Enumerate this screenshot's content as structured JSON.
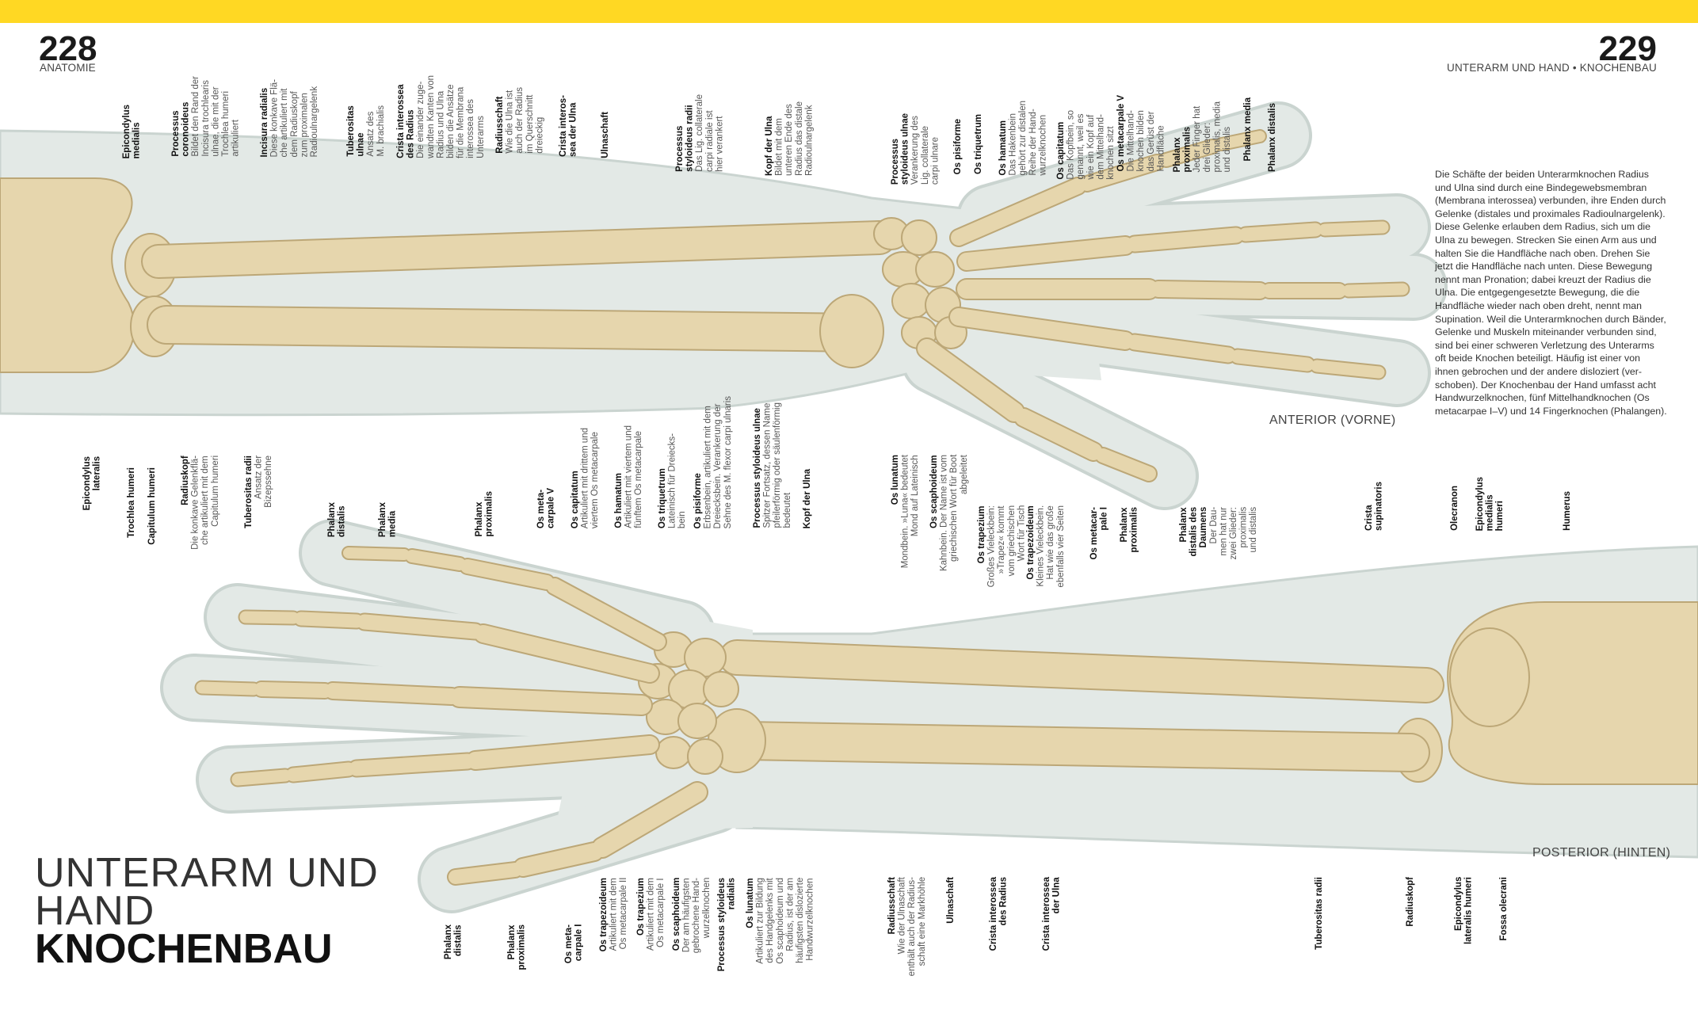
{
  "colors": {
    "band": "#FFD823",
    "skin": "#e3e9e6",
    "skin_edge": "#cad4d0",
    "bone": "#e6d6ad",
    "bone_edge": "#bca777"
  },
  "header": {
    "left_page_number": "228",
    "left_section": "ANATOMIE",
    "right_page_number": "229",
    "right_section": "UNTERARM UND HAND • KNOCHENBAU"
  },
  "intro_text": "Die Schäfte der beiden Unterarmknochen Radius\nund Ulna sind durch eine Bindegewebsmembran\n(Membrana interossea) verbunden, ihre Enden durch\nGelenke (distales und proximales Radioulnargelenk).\nDiese Gelenke erlauben dem Radius, sich um die\nUlna zu bewegen. Strecken Sie einen Arm aus und\nhalten Sie die Handfläche nach oben. Drehen Sie\njetzt die Handfläche nach unten. Diese Bewegung\nnennt man Pronation; dabei kreuzt der Radius die\nUlna. Die entgegengesetzte Bewegung, die die\nHandfläche wieder nach oben dreht, nennt man\nSupination. Weil die Unterarmknochen durch Bänder,\nGelenke und Muskeln miteinander verbunden sind,\nsind bei einer schweren Verletzung des Unterarms\noft beide Knochen beteiligt. Häufig ist einer von\nihnen gebrochen und der andere disloziert (ver-\nschoben). Der Knochenbau der Hand umfasst acht\nHandwurzelknochen, fünf Mittelhandknochen (Os\nmetacarpae I–V) und 14 Fingerknochen (Phalangen).",
  "views": {
    "anterior": "ANTERIOR (VORNE)",
    "posterior": "POSTERIOR (HINTEN)"
  },
  "page_title": {
    "line1": "UNTERARM UND",
    "line2": "HAND",
    "line3": "KNOCHENBAU"
  },
  "top_labels": [
    {
      "title": "Epicondylus\nmedialis"
    },
    {
      "title": "Processus\ncoronoideus",
      "desc": "Bildet den Rand der\nIncisura trochlearis\nulnae, die mit der\nTrochlea humeri\nartikuliert"
    },
    {
      "title": "Incisura radialis",
      "desc": "Diese konkave Flä-\nche artikuliert mit\ndem Radiuskopf\nzum proximalen\nRadioulnargelenk"
    },
    {
      "title": "Tuberositas\nulnae",
      "desc": "Ansatz des\nM. brachialis"
    },
    {
      "title": "Crista interossea\ndes Radius",
      "desc": "Die einander zuge-\nwandten Kanten von\nRadius und Ulna\nbilden die Ansätze\nfür die Membrana\ninterossea des\nUnterarms"
    },
    {
      "title": "Radiusschaft",
      "desc": "Wie die Ulna ist\nauch der Radius\nim Querschnitt\ndreieckig"
    },
    {
      "title": "Crista interos-\nsea der Ulna"
    },
    {
      "title": "Ulnaschaft"
    },
    {
      "title": "Processus\nstyloideus radii",
      "desc": "Das Lig. collaterale\ncarpi radiale ist\nhier verankert"
    },
    {
      "title": "Kopf der Ulna",
      "desc": "Bildet mit dem\nunteren Ende des\nRadius das distale\nRadioulnargelenk"
    },
    {
      "title": "Processus\nstyloideus ulnae",
      "desc": "Verankerung des\nLig. collaterale\ncarpi ulnare"
    },
    {
      "title": "Os pisiforme"
    },
    {
      "title": "Os triquetrum"
    },
    {
      "title": "Os hamatum",
      "desc": "Das Hakenbein\ngehört zur distalen\nReihe der Hand-\nwurzelknochen"
    },
    {
      "title": "Os capitatum",
      "desc": "Das Kopfbein, so\ngenannt, weil es\nwie ein Kopf auf\ndem Mittelhand-\nknochen sitzt"
    },
    {
      "title": "Os metacarpale V",
      "desc": "Die Mittelhand-\nknochen bilden\ndas Gerüst der\nHandfläche"
    },
    {
      "title": "Phalanx\nproximalis",
      "desc": "Jeder Finger hat\ndrei Glieder:\nproximalis, media\nund distalis"
    },
    {
      "title": "Phalanx media"
    },
    {
      "title": "Phalanx distalis"
    }
  ],
  "mid_left_labels": [
    {
      "title": "Epicondylus\nlateralis"
    },
    {
      "title": "Trochlea humeri"
    },
    {
      "title": "Capitulum humeri"
    },
    {
      "title": "Radiuskopf",
      "desc": "Die konkave Gelenkflä-\nche artikuliert mit dem\nCapitulum humeri"
    },
    {
      "title": "Tuberositas radii",
      "desc": "Ansatz der\nBizepssehne"
    }
  ],
  "mid_hand_labels": [
    {
      "title": "Os lunatum",
      "desc": "Mondbein. »Luna« bedeutet\nMond auf Lateinisch"
    },
    {
      "title": "Os scaphoideum",
      "desc": "Kahnbein. Der Name ist vom\ngriechischen Wort für Boot\nabgeleitet"
    },
    {
      "title": "Os trapezium",
      "desc": "Großes Vieleckbein:\n»Trapez« kommt\nvom griechischen\nWort für Tisch"
    },
    {
      "title": "Os trapezoideum",
      "desc": "Kleines Vieleckbein.\nHat wie das große\nebenfalls vier Seiten"
    },
    {
      "title": "Os metacar-\npale I"
    },
    {
      "title": "Phalanx\nproximalis"
    },
    {
      "title": "Phalanx\ndistalis des\nDaumens",
      "desc": "Der Dau-\nmen hat nur\nzwei Glieder:\nproximalis\nund distalis"
    }
  ],
  "post_hand_labels": [
    {
      "title": "Phalanx\ndistalis"
    },
    {
      "title": "Phalanx\nmedia"
    },
    {
      "title": "Phalanx\nproximalis"
    },
    {
      "title": "Os meta-\ncarpale V"
    },
    {
      "title": "Os capitatum",
      "desc": "Artikuliert mit drittem und\nviertem Os metacarpale"
    },
    {
      "title": "Os hamatum",
      "desc": "Artikuliert mit viertem und\nfünftem Os metacarpale"
    },
    {
      "title": "Os triquetrum",
      "desc": "Lateinisch für Dreiecks-\nbein"
    },
    {
      "title": "Os pisiforme",
      "desc": "Erbsenbein, artikuliert mit dem\nDreiecksbein. Verankerung der\nSehne des M. flexor carpi ulnaris"
    },
    {
      "title": "Processus styloideus ulnae",
      "desc": "Spitzer Fortsatz, dessen Name\npfeilerförmig oder säulenförmig\nbedeutet"
    },
    {
      "title": "Kopf der Ulna"
    }
  ],
  "post_right_labels": [
    {
      "title": "Crista\nsupinatoris"
    },
    {
      "title": "Olecranon"
    },
    {
      "title": "Epicondylus\nmedialis\nhumeri"
    },
    {
      "title": "Humerus"
    }
  ],
  "bottom_hand_labels": [
    {
      "title": "Phalanx\ndistalis"
    },
    {
      "title": "Phalanx\nproximalis"
    },
    {
      "title": "Os meta-\ncarpale I"
    },
    {
      "title": "Os trapezoideum",
      "desc": "Artikuliert mit dem\nOs metacarpale II"
    },
    {
      "title": "Os trapezium",
      "desc": "Artikuliert mit dem\nOs metacarpale I"
    },
    {
      "title": "Os scaphoideum",
      "desc": "Der am häufigsten\ngebrochene Hand-\nwurzelknochen"
    },
    {
      "title": "Processus styloideus\nradialis"
    },
    {
      "title": "Os lunatum",
      "desc": "Artikuliert zur Bildung\ndes Handgelenks mit\nOs scaphoideum und\nRadius, ist der am\nhäufigsten dislozierte\nHandwurzelknochen"
    }
  ],
  "bottom_arm_labels": [
    {
      "title": "Radiusschaft",
      "desc": "Wie der Ulnaschaft\nenthält auch der Radius-\nschaft eine Markhöhle"
    },
    {
      "title": "Ulnaschaft"
    },
    {
      "title": "Crista interossea\ndes Radius"
    },
    {
      "title": "Crista interossea\nder Ulna"
    },
    {
      "title": "Tuberositas radii"
    },
    {
      "title": "Radiuskopf"
    },
    {
      "title": "Epicondylus\nlateralis humeri"
    },
    {
      "title": "Fossa olecrani"
    }
  ]
}
